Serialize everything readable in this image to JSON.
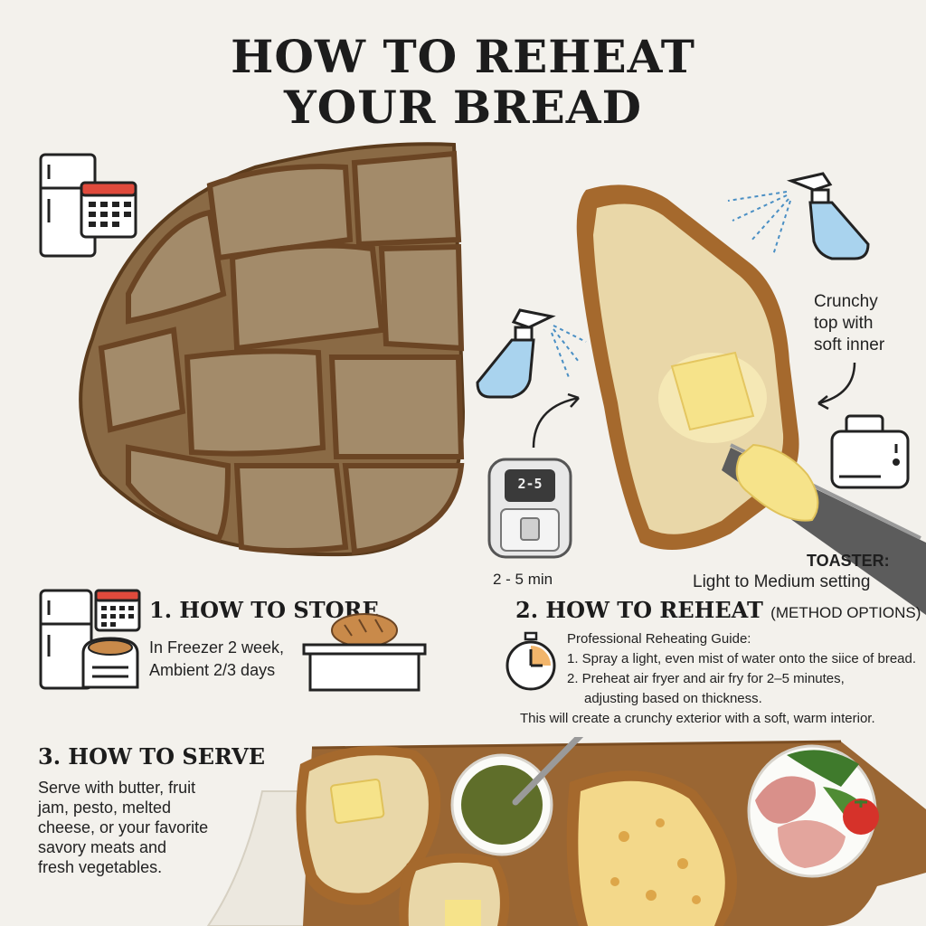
{
  "header": {
    "title_line1": "HOW TO REHEAT",
    "title_line2": "YOUR BREAD"
  },
  "annotations": {
    "crunchy_line1": "Crunchy",
    "crunchy_line2": "top with",
    "crunchy_line3": "soft inner",
    "air_fryer_time": "2 - 5 min",
    "air_fryer_display": "2-5",
    "toaster_label": "TOASTER:",
    "toaster_setting": "Light to Medium setting"
  },
  "store": {
    "heading": "1. HOW TO STORE",
    "line1": "In Freezer 2 week,",
    "line2": "Ambient 2/3 days"
  },
  "reheat": {
    "heading": "2. HOW TO REHEAT",
    "heading_sub": "(METHOD OPTIONS)",
    "guide_title": "Professional Reheating Guide:",
    "step1": "1. Spray a light, even mist of water onto the siice of bread.",
    "step2": "2. Preheat air fryer and air fry for 2–5 minutes,",
    "step2_cont": "adjusting based on thickness.",
    "result": "This will create a crunchy exterior with a soft, warm interior."
  },
  "serve": {
    "heading": "3. HOW TO SERVE",
    "line1": "Serve with butter, fruit",
    "line2": "jam, pesto, melted",
    "line3": "cheese, or your favorite",
    "line4": "savory meats and",
    "line5": "fresh vegetables."
  },
  "colors": {
    "background": "#f3f1ec",
    "crust": "#8a5a2e",
    "crumb": "#e9d7a8",
    "butter": "#f6e38a",
    "board": "#9a6633",
    "water": "#a9d3ee"
  },
  "icons": [
    "fridge-icon",
    "calendar-icon",
    "spray-bottle-icon",
    "air-fryer-icon",
    "toaster-icon",
    "stopwatch-icon",
    "bread-box-icon",
    "curved-arrow-icon"
  ]
}
